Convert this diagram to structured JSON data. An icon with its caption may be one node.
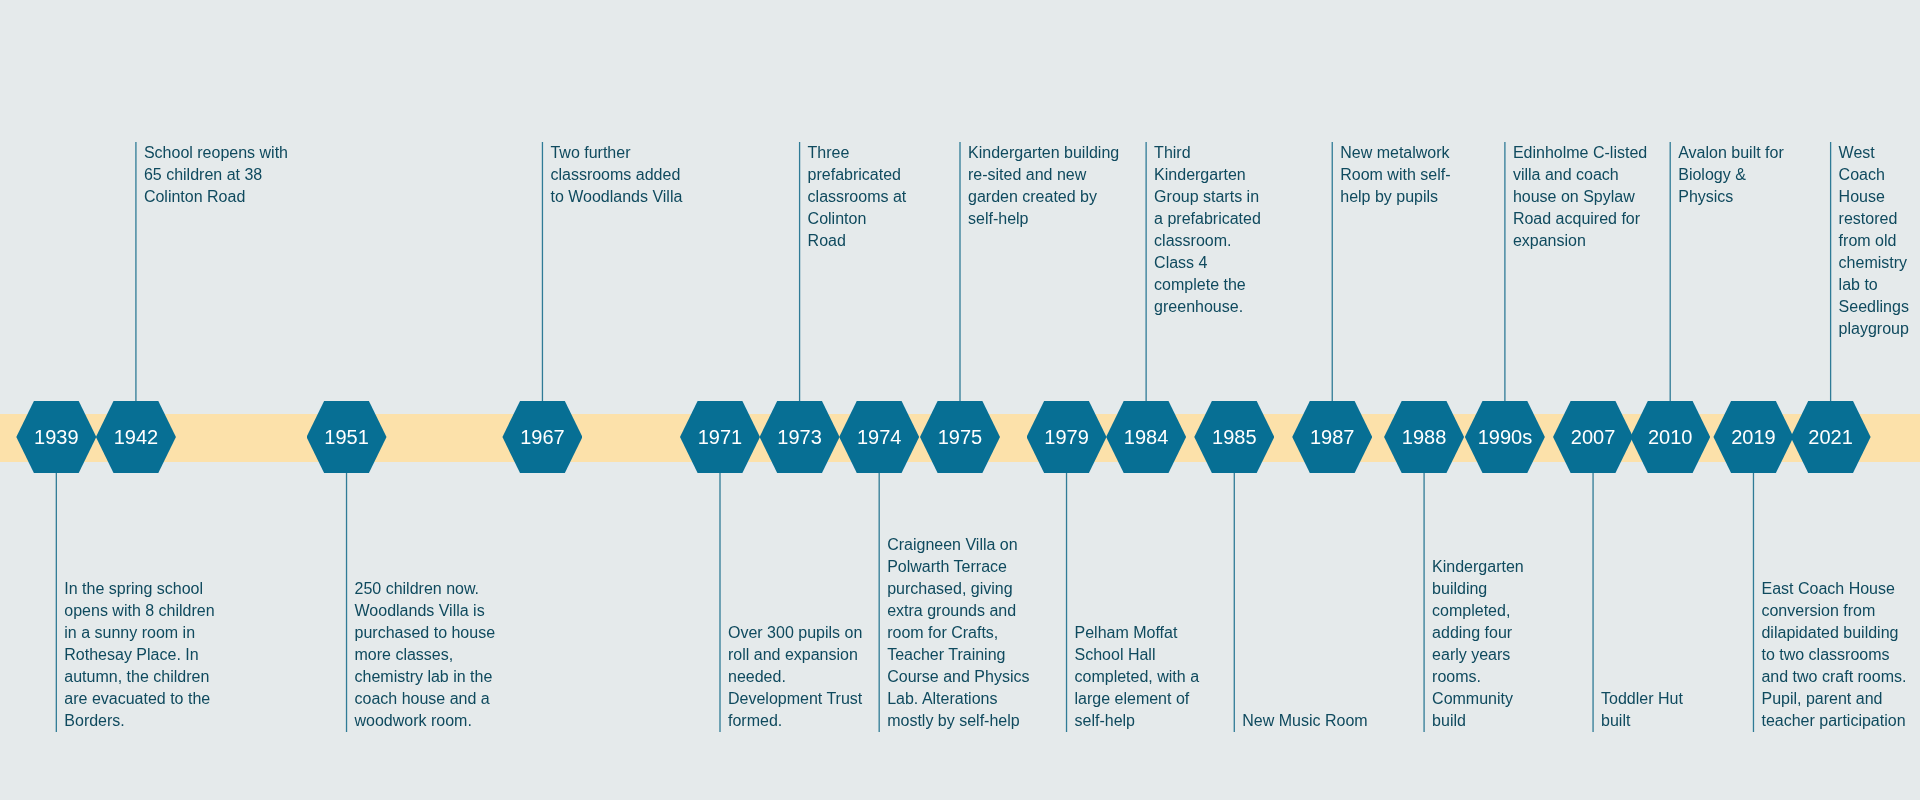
{
  "diagram": {
    "nodes": [
      {
        "text": [],
        "shape": "bar"
      },
      {
        "text": [
          "1939"
        ],
        "in": 0
      },
      {
        "text": [
          "In the spring school opens with 8 children in a sunny room in Rothesay Place. In autumn, the children are evacuated to the Borders."
        ]
      },
      {
        "text": [
          "1942"
        ],
        "in": 0
      },
      {
        "text": [
          "School reopens with 65 children at 38 Colinton Road"
        ]
      },
      {
        "text": [
          "1951"
        ],
        "in": 0
      },
      {
        "text": [
          "250 children now. Woodlands Villa is purchased to house more classes, chemistry lab in the coach house and a woodwork room."
        ]
      },
      {
        "text": [
          "1967"
        ],
        "in": 0
      },
      {
        "text": [
          "Two further classrooms added to Woodlands Villa"
        ]
      },
      {
        "text": [
          "1971"
        ],
        "in": 0
      },
      {
        "text": [
          "Over 300 pupils on roll and expansion needed. Development Trust formed."
        ]
      },
      {
        "text": [
          "1973"
        ],
        "in": 0
      },
      {
        "text": [
          "Three prefabricated classrooms at Colinton Road"
        ]
      },
      {
        "text": [
          "1974"
        ],
        "in": 0
      },
      {
        "text": [
          "Craigneen  Villa on Polwarth Terrace purchased, giving extra grounds and room for Crafts, Teacher Training Course and Physics Lab. Alterations mostly by self-help"
        ]
      },
      {
        "text": [
          "1975"
        ],
        "in": 0
      },
      {
        "text": [
          "Kindergarten building re-sited and new garden created by self-help"
        ]
      },
      {
        "text": [
          "1979"
        ],
        "in": 0
      },
      {
        "text": [
          "Pelham Moffat School Hall completed, with a large element of self-help"
        ]
      },
      {
        "text": [
          "1984"
        ],
        "in": 0
      },
      {
        "text": [
          "Third Kindergarten Group starts in a prefabricated classroom. Class 4 complete the greenhouse."
        ]
      },
      {
        "text": [
          "1985"
        ],
        "in": 0
      },
      {
        "text": [
          "New Music Room"
        ]
      },
      {
        "text": [
          "1987"
        ],
        "in": 0
      },
      {
        "text": [
          "New metalwork Room with self-help by pupils"
        ]
      },
      {
        "text": [
          "1988"
        ],
        "in": 0
      },
      {
        "text": [
          "Kindergarten building completed, adding four early years rooms. Community build"
        ]
      },
      {
        "text": [
          "1990s"
        ],
        "in": 0
      },
      {
        "text": [
          "Edinholme C-listed villa and coach house on Spylaw Road acquired for expansion"
        ]
      },
      {
        "text": [
          "2007"
        ],
        "in": 0
      },
      {
        "text": [
          "Toddler Hut built"
        ]
      },
      {
        "text": [
          "2010"
        ],
        "in": 0
      },
      {
        "text": [
          "Avalon built for Biology & Physics"
        ]
      },
      {
        "text": [
          "2019"
        ],
        "in": 0
      },
      {
        "text": [
          "East Coach House conversion from dilapidated building to two classrooms and two craft rooms. Pupil, parent and teacher participation"
        ]
      },
      {
        "text": [
          "2021"
        ],
        "in": 0
      },
      {
        "text": [
          "West Coach House restored from old chemistry lab to Seedlings playgroup"
        ]
      }
    ],
    "edges": [
      {
        "from": 1,
        "to": 2,
        "arrow": "none"
      },
      {
        "from": 3,
        "to": 4,
        "arrow": "none"
      },
      {
        "from": 5,
        "to": 6,
        "arrow": "none"
      },
      {
        "from": 7,
        "to": 8,
        "arrow": "none"
      },
      {
        "from": 9,
        "to": 10,
        "arrow": "none"
      },
      {
        "from": 11,
        "to": 12,
        "arrow": "none"
      },
      {
        "from": 13,
        "to": 14,
        "arrow": "none"
      },
      {
        "from": 15,
        "to": 16,
        "arrow": "none"
      },
      {
        "from": 17,
        "to": 18,
        "arrow": "none"
      },
      {
        "from": 19,
        "to": 20,
        "arrow": "none"
      },
      {
        "from": 21,
        "to": 22,
        "arrow": "none"
      },
      {
        "from": 23,
        "to": 24,
        "arrow": "none"
      },
      {
        "from": 25,
        "to": 26,
        "arrow": "none"
      },
      {
        "from": 27,
        "to": 28,
        "arrow": "none"
      },
      {
        "from": 29,
        "to": 30,
        "arrow": "none"
      },
      {
        "from": 31,
        "to": 32,
        "arrow": "none"
      },
      {
        "from": 33,
        "to": 34,
        "arrow": "none"
      },
      {
        "from": 35,
        "to": 36,
        "arrow": "none"
      }
    ]
  }
}
